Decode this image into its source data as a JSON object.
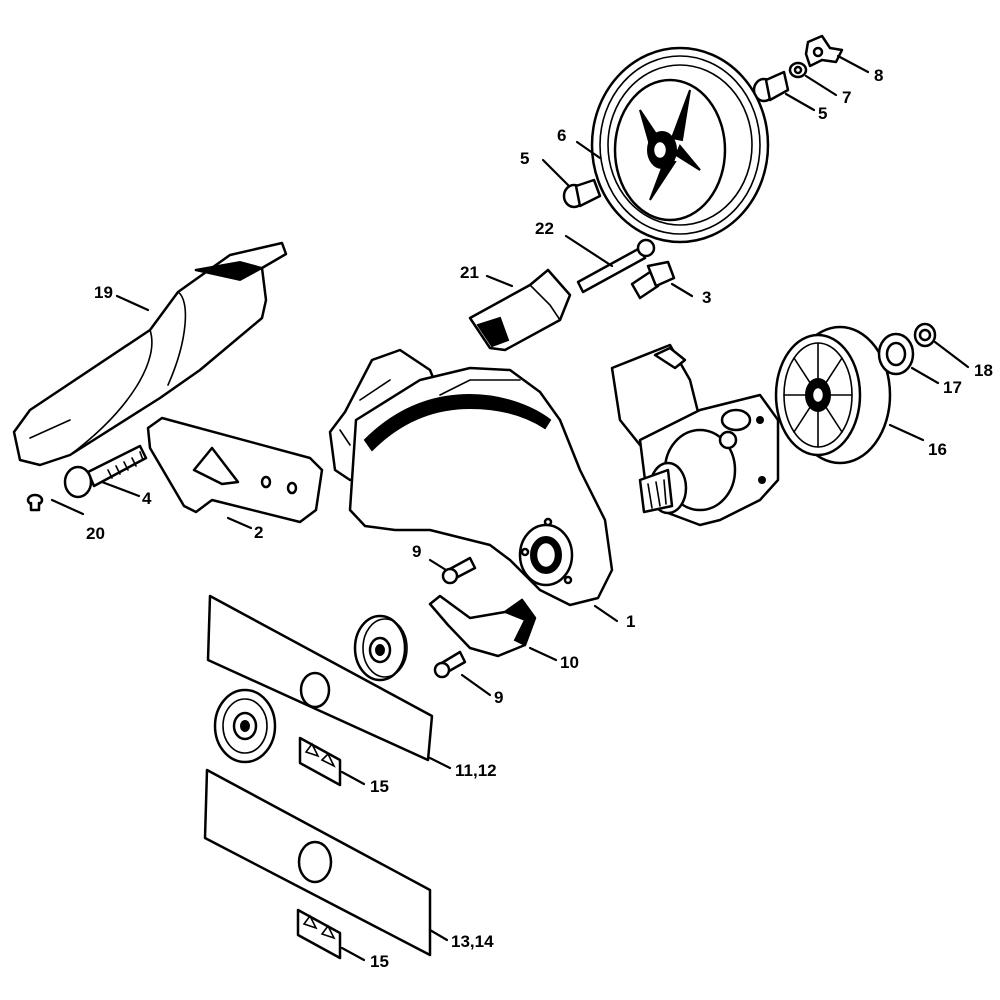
{
  "callouts": [
    {
      "key": "p1",
      "text": "1"
    },
    {
      "key": "p2",
      "text": "2"
    },
    {
      "key": "p3",
      "text": "3"
    },
    {
      "key": "p4",
      "text": "4"
    },
    {
      "key": "p5a",
      "text": "5"
    },
    {
      "key": "p5b",
      "text": "5"
    },
    {
      "key": "p6",
      "text": "6"
    },
    {
      "key": "p7",
      "text": "7"
    },
    {
      "key": "p8",
      "text": "8"
    },
    {
      "key": "p9a",
      "text": "9"
    },
    {
      "key": "p9b",
      "text": "9"
    },
    {
      "key": "p10",
      "text": "10"
    },
    {
      "key": "p11",
      "text": "11,12"
    },
    {
      "key": "p13",
      "text": "13,14"
    },
    {
      "key": "p15a",
      "text": "15"
    },
    {
      "key": "p15b",
      "text": "15"
    },
    {
      "key": "p16",
      "text": "16"
    },
    {
      "key": "p17",
      "text": "17"
    },
    {
      "key": "p18",
      "text": "18"
    },
    {
      "key": "p19",
      "text": "19"
    },
    {
      "key": "p20",
      "text": "20"
    },
    {
      "key": "p21",
      "text": "21"
    },
    {
      "key": "p22",
      "text": "22"
    }
  ]
}
